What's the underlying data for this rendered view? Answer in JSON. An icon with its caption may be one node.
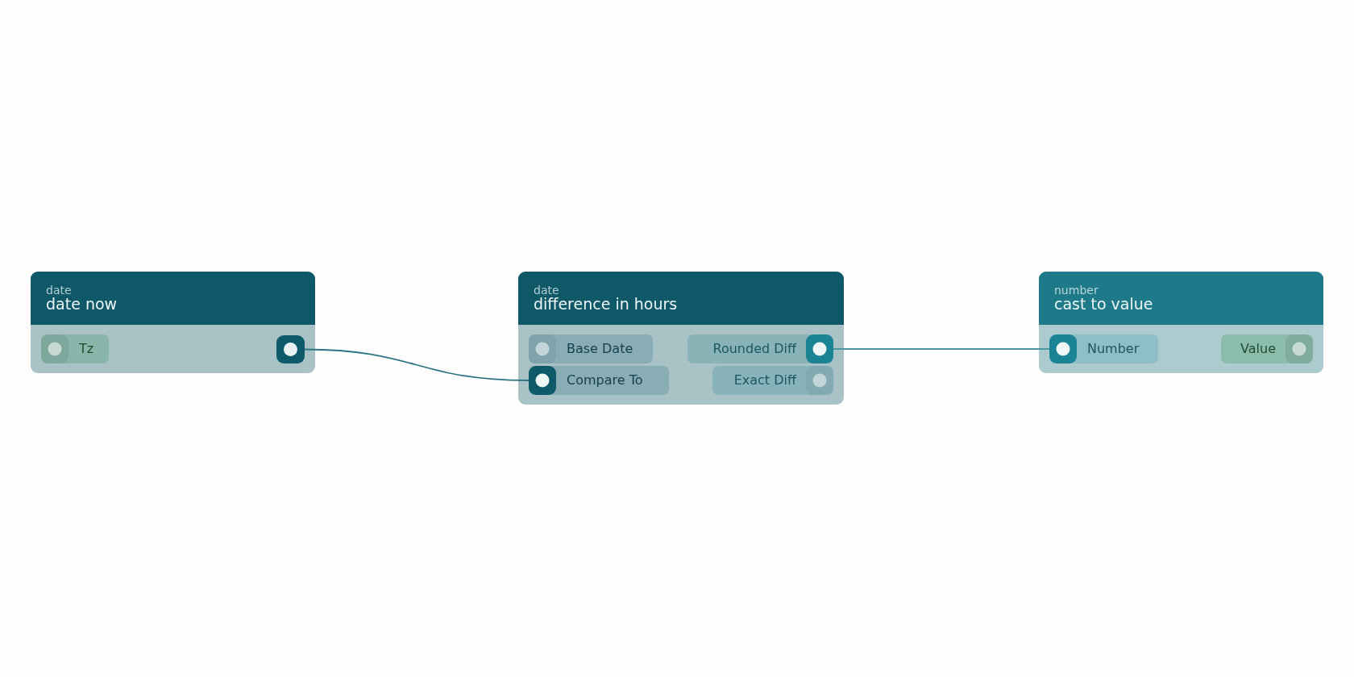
{
  "diagram": {
    "nodes": [
      {
        "text": [
          "date",
          "date now"
        ]
      },
      {
        "text": [
          "Tz"
        ],
        "in": 0
      },
      {
        "text": [],
        "shape": "box",
        "in": 0
      },
      {
        "text": [
          "date",
          "difference in hours"
        ]
      },
      {
        "text": [
          "Base Date"
        ],
        "in": 3
      },
      {
        "text": [
          "Rounded Diff"
        ],
        "in": 3
      },
      {
        "text": [
          "Compare To"
        ],
        "in": 3
      },
      {
        "text": [
          "Exact Diff"
        ],
        "in": 3
      },
      {
        "text": [
          "number",
          "cast to value"
        ]
      },
      {
        "text": [
          "Number"
        ],
        "in": 8
      },
      {
        "text": [
          "Value"
        ],
        "in": 8
      }
    ],
    "edges": [
      {
        "from": 2,
        "to": 6,
        "arrow": "none",
        "color": "#2b7582"
      },
      {
        "from": 5,
        "to": 9,
        "arrow": "none",
        "color": "#4b96a1"
      }
    ]
  }
}
